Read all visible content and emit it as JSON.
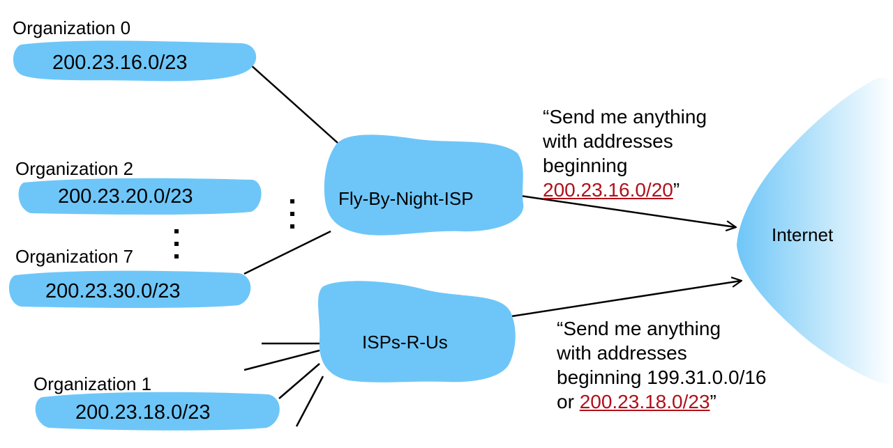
{
  "organizations": [
    {
      "label": "Organization 0",
      "prefix": "200.23.16.0/23"
    },
    {
      "label": "Organization 2",
      "prefix": "200.23.20.0/23"
    },
    {
      "label": "Organization 7",
      "prefix": "200.23.30.0/23"
    },
    {
      "label": "Organization 1",
      "prefix": "200.23.18.0/23"
    }
  ],
  "isps": {
    "fly_by_night": {
      "name": "Fly-By-Night-ISP"
    },
    "isps_r_us": {
      "name": "ISPs-R-Us"
    }
  },
  "internet": {
    "label": "Internet"
  },
  "advertisements": {
    "fly_by_night": {
      "open_quote": "“",
      "lines": [
        "Send me anything",
        "with addresses",
        "beginning"
      ],
      "prefix": "200.23.16.0/20",
      "close_quote": "”"
    },
    "isps_r_us": {
      "open_quote": "“",
      "lines": [
        "Send me anything",
        "with addresses",
        "beginning 199.31.0.0/16"
      ],
      "last_prefix_word": "or ",
      "prefix": "200.23.18.0/23",
      "close_quote": "”"
    }
  },
  "colors": {
    "cloud_blue": "#6ec6f8",
    "highlight_red": "#b0101a",
    "line": "#000000"
  }
}
